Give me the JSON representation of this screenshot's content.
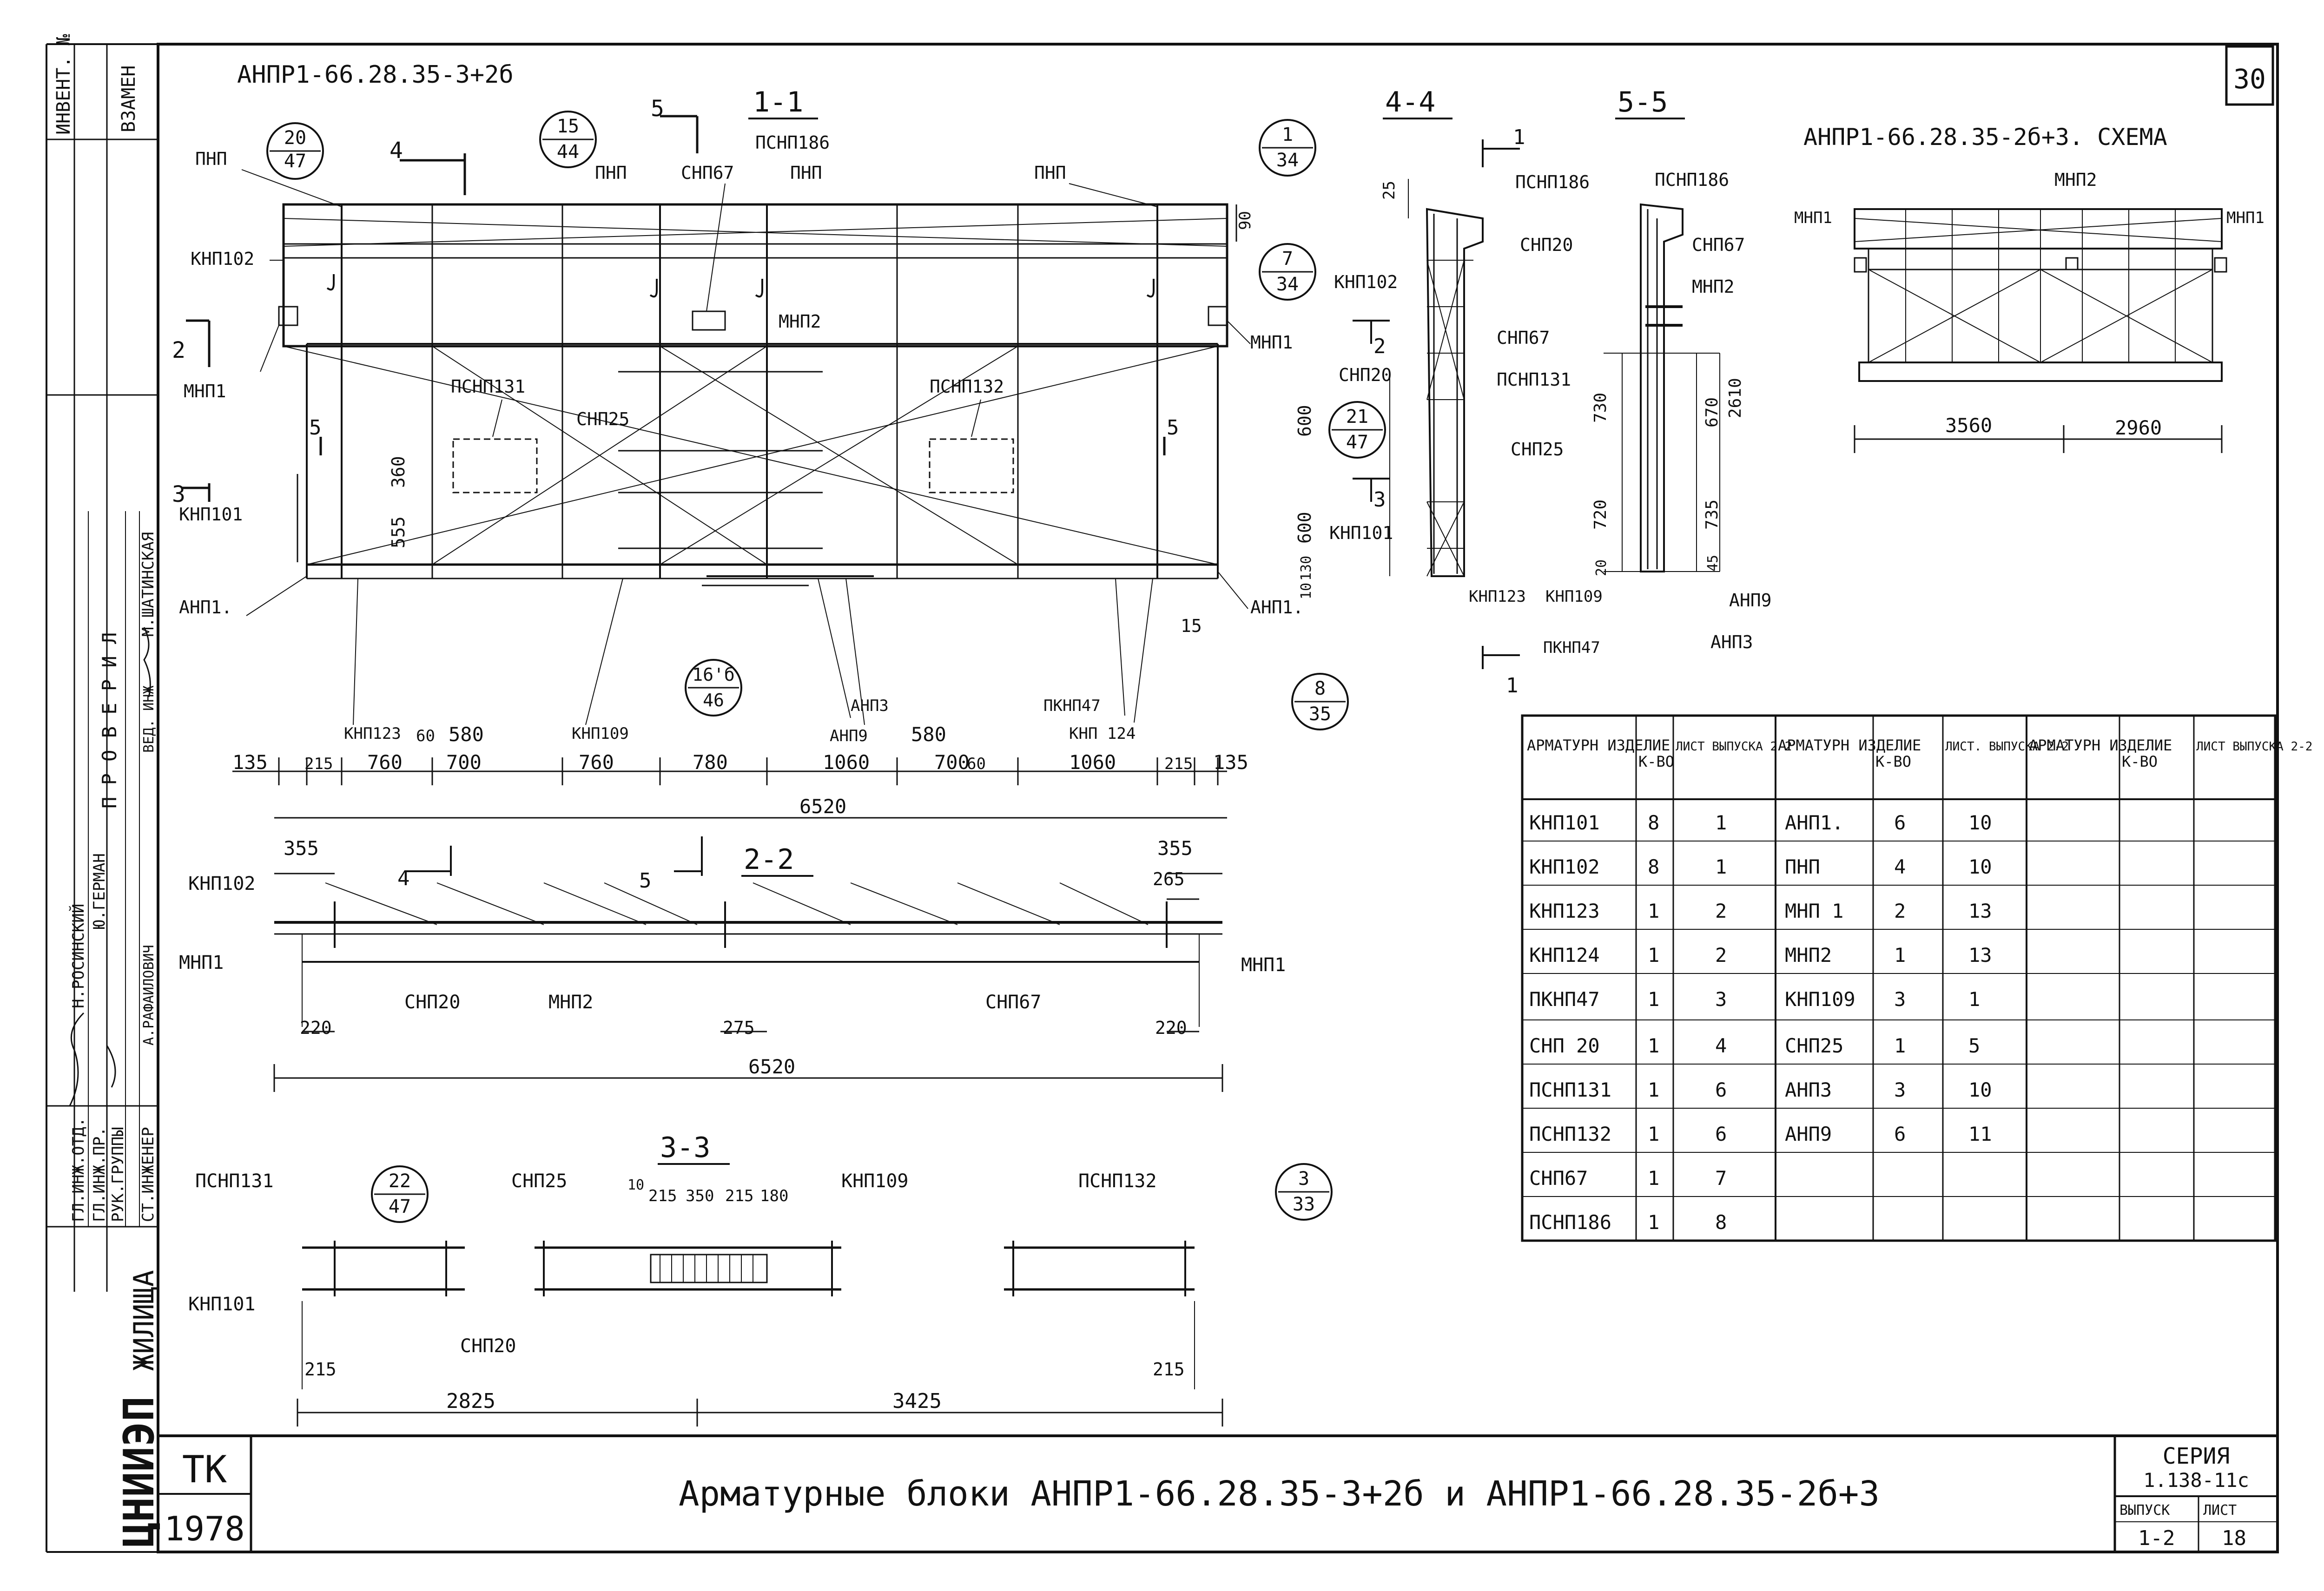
{
  "sheet_number": "30",
  "drawing_title_main": "АНПР1-66.28.35-3+2б",
  "scheme_title": "АНПР1-66.28.35-2б+3. СХЕМА",
  "sections": {
    "s11": "1-1",
    "s22": "2-2",
    "s33": "3-3",
    "s44": "4-4",
    "s55": "5-5"
  },
  "callouts": [
    {
      "top": "20",
      "bottom": "47"
    },
    {
      "top": "15",
      "bottom": "44"
    },
    {
      "top": "1",
      "bottom": "34"
    },
    {
      "top": "7",
      "bottom": "34"
    },
    {
      "top": "16'б",
      "bottom": "46"
    },
    {
      "top": "8",
      "bottom": "35"
    },
    {
      "top": "21",
      "bottom": "47"
    },
    {
      "top": "22",
      "bottom": "47"
    },
    {
      "top": "3",
      "bottom": "33"
    }
  ],
  "labels_11": [
    "ПНП",
    "ПНП",
    "ПСНП186",
    "СНП67",
    "ПНП",
    "ПНП",
    "КНП102",
    "МНП2",
    "МНП1",
    "МНП1",
    "ПСНП131",
    "СНП25",
    "ПСНП132",
    "КНП101",
    "АНП1.",
    "АНП1.",
    "КНП123",
    "КНП109",
    "АНП3",
    "АНП9",
    "ПКНП47",
    "КНП 124"
  ],
  "section_marks_11": [
    "5",
    "4",
    "2",
    "3",
    "5",
    "5"
  ],
  "dims_11_vert": [
    "90",
    "360",
    "555",
    "15"
  ],
  "dims_11_row": [
    "135",
    "215",
    "760",
    "700",
    "760",
    "780",
    "1060",
    "700",
    "1060",
    "215",
    "135"
  ],
  "dims_11_small": [
    "60",
    "580",
    "580",
    "60"
  ],
  "dim_total": "6520",
  "labels_44": [
    "ПСНП186",
    "КНП102",
    "СНП67",
    "СНП20",
    "ПСНП131",
    "СНП25",
    "КНП101",
    "КНП123",
    "КНП109",
    "ПКНП47"
  ],
  "dims_44": [
    "25",
    "600",
    "600",
    "130",
    "10"
  ],
  "marks_44": [
    "1",
    "2",
    "3",
    "1"
  ],
  "labels_55": [
    "ПСНП186",
    "СНП20",
    "СНП67",
    "МНП2",
    "АНП9",
    "АНП3"
  ],
  "dims_55": [
    "730",
    "720",
    "20",
    "670",
    "2610",
    "735",
    "45"
  ],
  "labels_22": [
    "КНП102",
    "МНП1",
    "СНП20",
    "МНП2",
    "СНП67",
    "МНП1"
  ],
  "dims_22": [
    "355",
    "355",
    "265",
    "220",
    "275",
    "220"
  ],
  "marks_22": [
    "4",
    "5"
  ],
  "labels_33": [
    "ПСНП131",
    "СНП25",
    "КНП109",
    "ПСНП132",
    "КНП101",
    "СНП20"
  ],
  "dims_33_top": [
    "10",
    "215",
    "350",
    "215",
    "180"
  ],
  "dims_33_bottom": [
    "215",
    "215",
    "2825",
    "3425"
  ],
  "scheme_labels": [
    "МНП1",
    "МНП2",
    "МНП1"
  ],
  "scheme_dims": [
    "3560",
    "2960"
  ],
  "table": {
    "headers": [
      {
        "name": "АРМАТУРН ИЗДЕЛИЕ",
        "qty": "К-ВО",
        "sheet": "ЛИСТ ВЫПУСКА 2-2"
      },
      {
        "name": "АРМАТУРН ИЗДЕЛИЕ",
        "qty": "К-ВО",
        "sheet": "ЛИСТ. ВЫПУСКА 2-2"
      },
      {
        "name": "АРМАТУРН ИЗДЕЛИЕ",
        "qty": "К-ВО",
        "sheet": "ЛИСТ ВЫПУСКА 2-2"
      }
    ],
    "col1": [
      [
        "КНП101",
        "8",
        "1"
      ],
      [
        "КНП102",
        "8",
        "1"
      ],
      [
        "КНП123",
        "1",
        "2"
      ],
      [
        "КНП124",
        "1",
        "2"
      ],
      [
        "ПКНП47",
        "1",
        "3"
      ],
      [
        "СНП 20",
        "1",
        "4"
      ],
      [
        "ПСНП131",
        "1",
        "6"
      ],
      [
        "ПСНП132",
        "1",
        "6"
      ],
      [
        "СНП67",
        "1",
        "7"
      ],
      [
        "ПСНП186",
        "1",
        "8"
      ]
    ],
    "col2": [
      [
        "АНП1.",
        "6",
        "10"
      ],
      [
        "ПНП",
        "4",
        "10"
      ],
      [
        "МНП 1",
        "2",
        "13"
      ],
      [
        "МНП2",
        "1",
        "13"
      ],
      [
        "КНП109",
        "3",
        "1"
      ],
      [
        "СНП25",
        "1",
        "5"
      ],
      [
        "АНП3",
        "3",
        "10"
      ],
      [
        "АНП9",
        "6",
        "11"
      ]
    ]
  },
  "title_block": {
    "tk": "ТК",
    "year": "1978",
    "title": "Арматурные блоки АНПР1-66.28.35-3+2б и АНПР1-66.28.35-2б+3",
    "seria_label": "СЕРИЯ",
    "seria_value": "1.138-11с",
    "vypusk_label": "ВЫПУСК",
    "vypusk_value": "1-2",
    "list_label": "ЛИСТ",
    "list_value": "18"
  },
  "side_stamp": {
    "invent": "ИНВЕНТ. №",
    "vzamen": "ВЗАМЕН",
    "proveril": "П Р О В Е Р И Л",
    "roles": [
      "ГЛ.ИНЖ.ОТД.",
      "ГЛ.ИНЖ.ПР.",
      "РУК.ГРУППЫ",
      "СТ.ИНЖЕНЕР"
    ],
    "names": [
      "Н.РОСИНСКИЙ",
      "Ю.ГЕРМАН",
      "",
      "А.РАФАИЛОВИЧ"
    ],
    "ved_inzh": "ВЕД. ИНЖ",
    "checker": "М.ШАТИНСКАЯ",
    "org": "ЦНИИЭП",
    "org2": "ЖИЛИЩА"
  }
}
